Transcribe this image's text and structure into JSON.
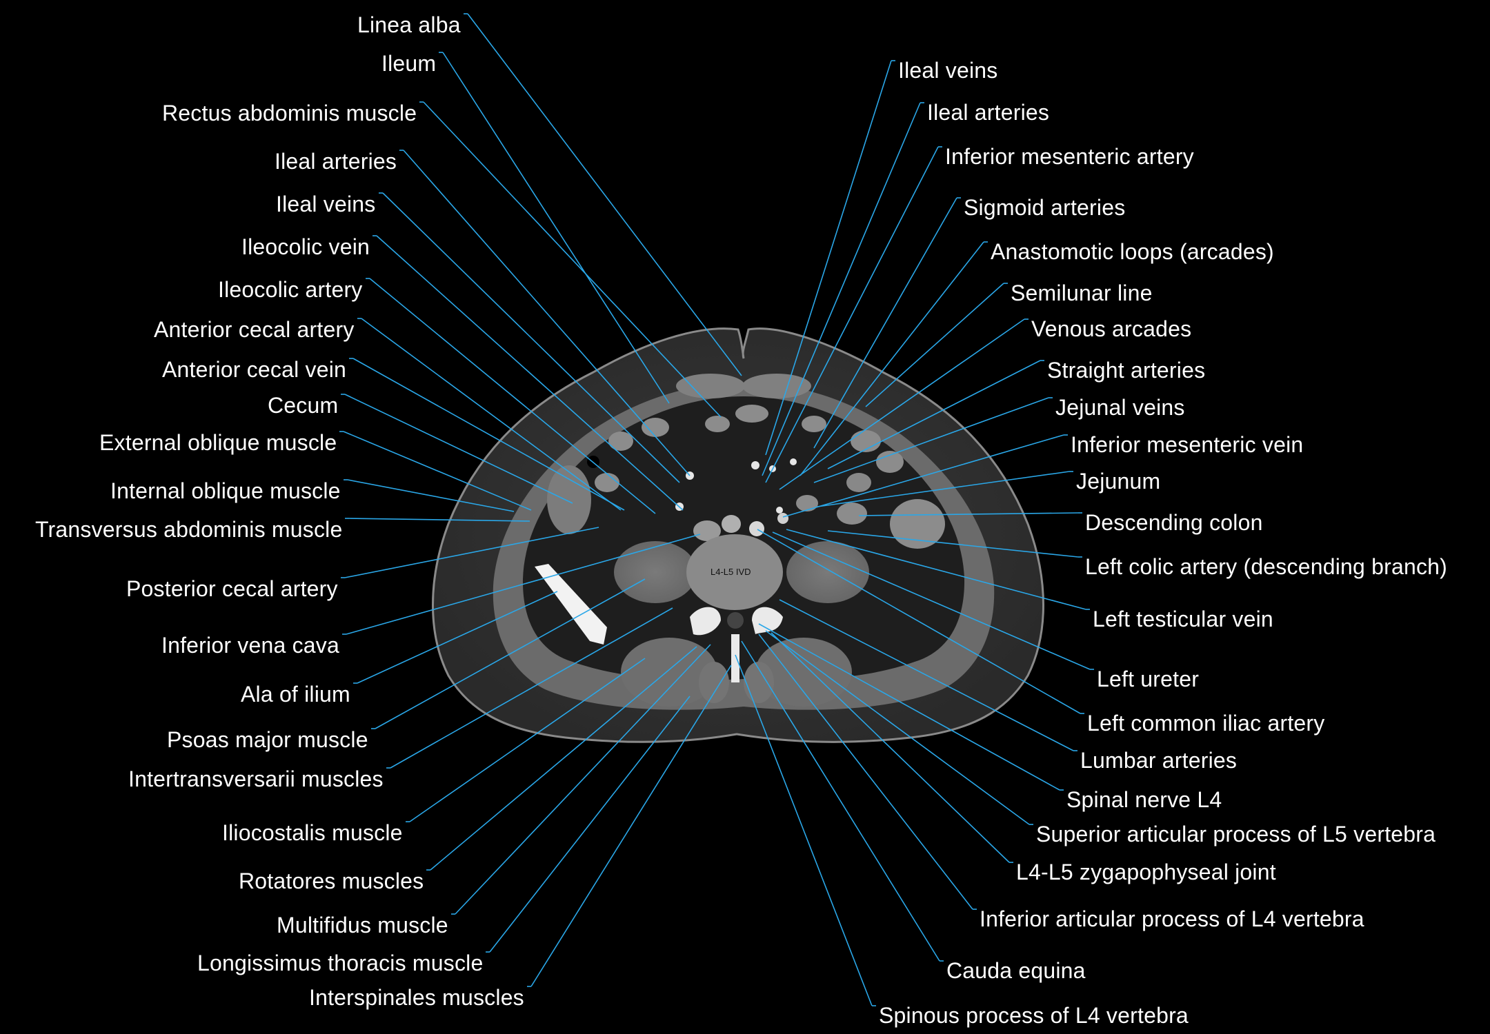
{
  "image_label": "L4-L5 IVD",
  "leader_color": "#2aa7e8",
  "labels_left": [
    "Linea alba",
    "Ileum",
    "Rectus abdominis muscle",
    "Ileal arteries",
    "Ileal veins",
    "Ileocolic vein",
    "Ileocolic  artery",
    "Anterior  cecal artery",
    "Anterior cecal vein",
    "Cecum",
    "External oblique muscle",
    "Internal oblique muscle",
    "Transversus abdominis muscle",
    "Posterior  cecal artery",
    "Inferior vena cava",
    "Ala of ilium",
    "Psoas major muscle",
    "Intertransversarii muscles",
    "Iliocostalis muscle",
    "Rotatores muscles",
    "Multifidus muscle",
    "Longissimus thoracis muscle",
    "Interspinales muscles"
  ],
  "labels_right": [
    "Ileal veins",
    "Ileal arteries",
    "Inferior mesenteric artery",
    "Sigmoid  arteries",
    "Anastomotic loops (arcades)",
    "Semilunar line",
    "Venous arcades",
    "Straight  arteries",
    "Jejunal veins",
    "Inferior mesenteric vein",
    "Jejunum",
    "Descending colon",
    "Left colic  artery (descending branch)",
    "Left testicular vein",
    "Left ureter",
    "Left common iliac artery",
    "Lumbar arteries",
    "Spinal nerve L4",
    "Superior articular process of L5 vertebra",
    "L4-L5 zygapophyseal joint",
    "Inferior articular process of L4 vertebra",
    "Cauda equina",
    "Spinous process of L4 vertebra"
  ]
}
